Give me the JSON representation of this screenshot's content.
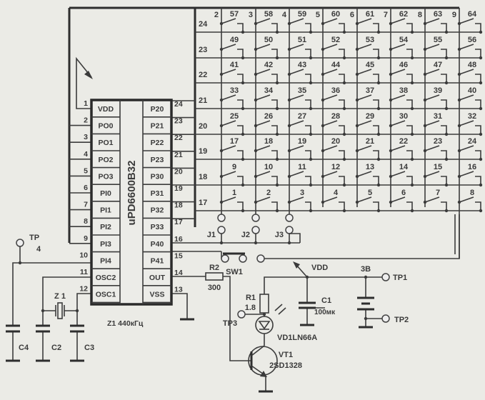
{
  "ic": {
    "name": "uPD6600B32",
    "left_pins": [
      {
        "num": "1",
        "name": "VDD"
      },
      {
        "num": "2",
        "name": "PO0"
      },
      {
        "num": "3",
        "name": "PO1"
      },
      {
        "num": "4",
        "name": "PO2"
      },
      {
        "num": "5",
        "name": "PO3"
      },
      {
        "num": "6",
        "name": "PI0"
      },
      {
        "num": "7",
        "name": "PI1"
      },
      {
        "num": "8",
        "name": "PI2"
      },
      {
        "num": "9",
        "name": "PI3"
      },
      {
        "num": "10",
        "name": "PI4"
      },
      {
        "num": "11",
        "name": "OSC2"
      },
      {
        "num": "12",
        "name": "OSC1"
      }
    ],
    "right_pins": [
      {
        "num": "24",
        "name": "P20"
      },
      {
        "num": "23",
        "name": "P21"
      },
      {
        "num": "22",
        "name": "P22"
      },
      {
        "num": "21",
        "name": "P23"
      },
      {
        "num": "20",
        "name": "P30"
      },
      {
        "num": "19",
        "name": "P31"
      },
      {
        "num": "18",
        "name": "P32"
      },
      {
        "num": "17",
        "name": "P33"
      },
      {
        "num": "16",
        "name": "P40"
      },
      {
        "num": "15",
        "name": "P41"
      },
      {
        "num": "14",
        "name": "OUT"
      },
      {
        "num": "13",
        "name": "VSS"
      }
    ]
  },
  "matrix": {
    "column_labels": [
      "2",
      "3",
      "4",
      "5",
      "6",
      "7",
      "8",
      "9"
    ],
    "row_labels": [
      "24",
      "23",
      "22",
      "21",
      "20",
      "19",
      "18",
      "17"
    ],
    "keys": [
      [
        "57",
        "58",
        "59",
        "60",
        "61",
        "62",
        "63",
        "64"
      ],
      [
        "49",
        "50",
        "51",
        "52",
        "53",
        "54",
        "55",
        "56"
      ],
      [
        "41",
        "42",
        "43",
        "44",
        "45",
        "46",
        "47",
        "48"
      ],
      [
        "33",
        "34",
        "35",
        "36",
        "37",
        "38",
        "39",
        "40"
      ],
      [
        "25",
        "26",
        "27",
        "28",
        "29",
        "30",
        "31",
        "32"
      ],
      [
        "17",
        "18",
        "19",
        "20",
        "21",
        "22",
        "23",
        "24"
      ],
      [
        "9",
        "10",
        "11",
        "12",
        "13",
        "14",
        "15",
        "16"
      ],
      [
        "1",
        "2",
        "3",
        "4",
        "5",
        "6",
        "7",
        "8"
      ]
    ]
  },
  "jumpers": [
    "J1",
    "J2",
    "J3"
  ],
  "components": {
    "sw1": "SW1",
    "r2": "R2",
    "r2_value": "300",
    "r1": "R1",
    "r1_value": "1.8",
    "tp1": "TP1",
    "tp2": "TP2",
    "tp3": "TP3",
    "tp4_a": "TP",
    "tp4_b": "4",
    "vdd": "VDD",
    "battery": "3B",
    "c1": "C1",
    "c1_value": "100мк",
    "vd1": "VD1LN66A",
    "vt1": "VT1",
    "vt1_type": "2SD1328",
    "c2": "C2",
    "c3": "C3",
    "c4": "C4",
    "z1": "Z 1",
    "z1_note": "Z1 440кГц"
  }
}
